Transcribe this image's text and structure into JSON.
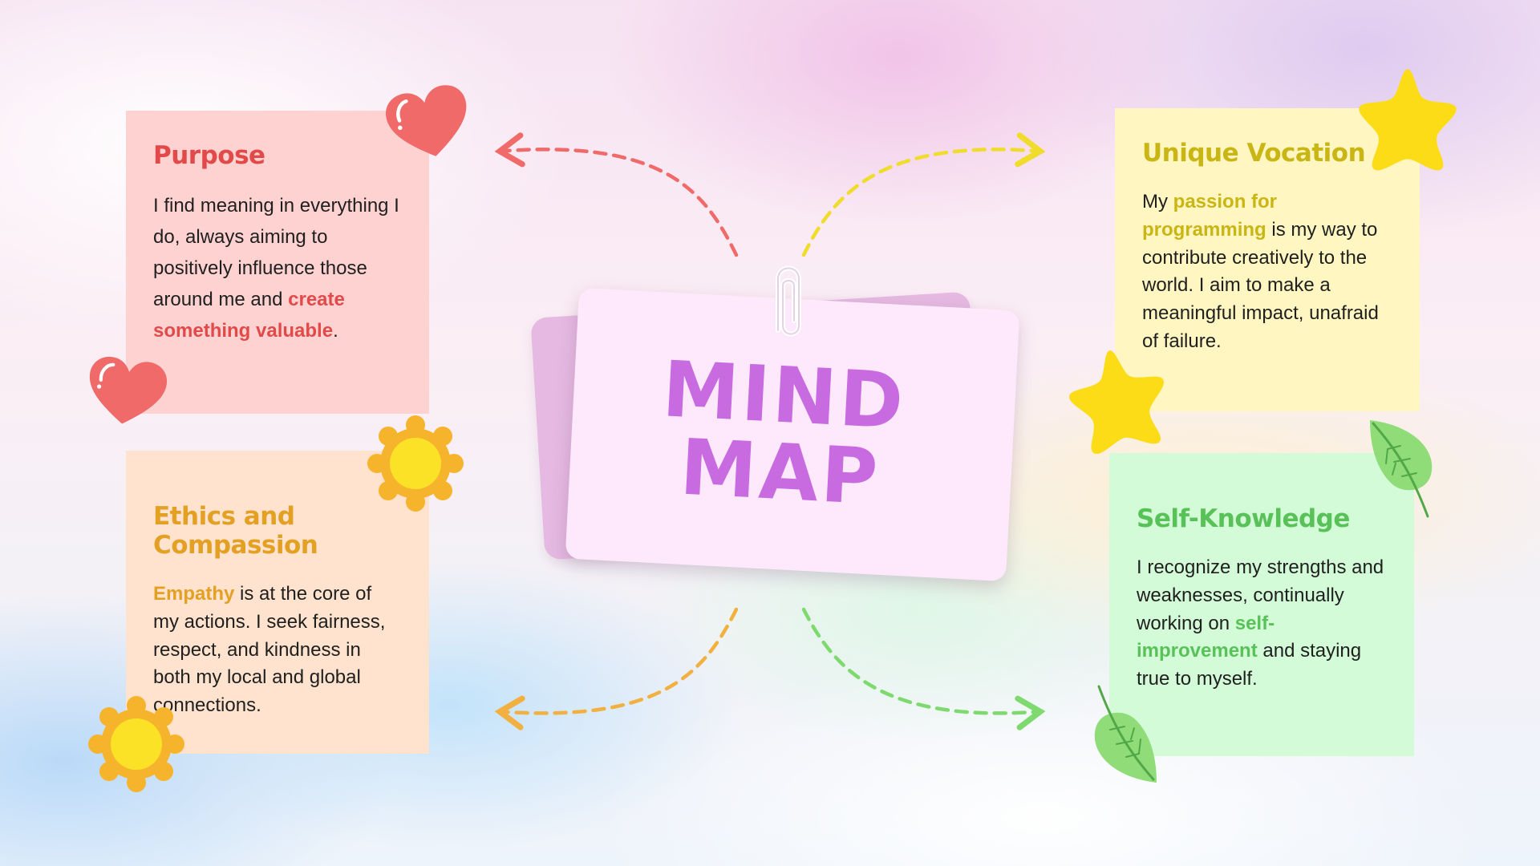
{
  "center": {
    "line1": "MIND",
    "line2": "MAP"
  },
  "cards": {
    "purpose": {
      "title": "Purpose",
      "text_before": "I find meaning in everything I do, always aiming to positively influence those around me and ",
      "highlight": "create something valuable",
      "text_after": "."
    },
    "ethics": {
      "title": "Ethics and Compassion",
      "text_before": "",
      "highlight": "Empathy",
      "text_after": " is at the core of my actions. I seek fairness, respect, and kindness in both my local and global connections."
    },
    "vocation": {
      "title": "Unique Vocation",
      "text_before": "My ",
      "highlight": "passion for programming",
      "text_after": " is my way to contribute creatively to the world. I aim to make a meaningful impact, unafraid of failure."
    },
    "self": {
      "title": "Self-Knowledge",
      "text_before": "I recognize my strengths and weaknesses, continually working on ",
      "highlight": "self-improvement",
      "text_after": " and staying true to myself."
    }
  },
  "colors": {
    "purpose": "#e24a4a",
    "ethics": "#e3a023",
    "vocation": "#c9b513",
    "self": "#58c258",
    "center_title": "#c86be0"
  },
  "icons": [
    "heart-icon",
    "sun-icon",
    "star-icon",
    "leaf-icon",
    "paperclip-icon"
  ]
}
